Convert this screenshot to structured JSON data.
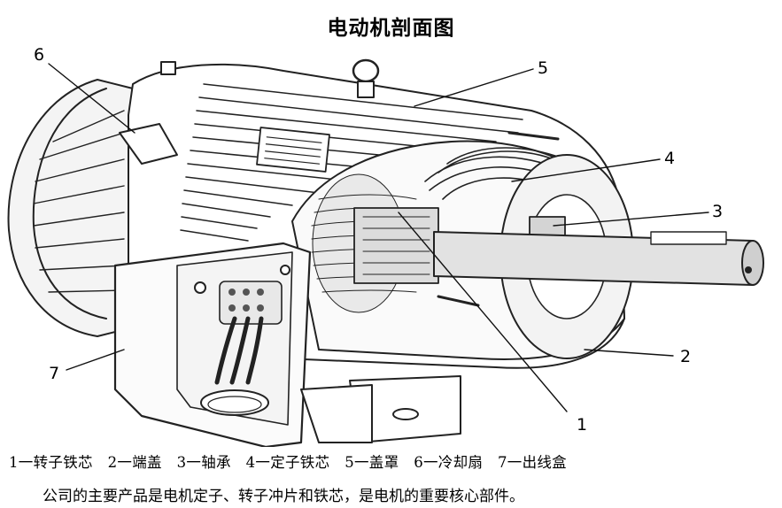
{
  "title": "电动机剖面图",
  "callouts": [
    "1",
    "2",
    "3",
    "4",
    "5",
    "6",
    "7"
  ],
  "legend": "1一转子铁芯　2一端盖　3一轴承　4一定子铁芯　5一盖罩　6一冷却扇　7一出线盒",
  "note": "公司的主要产品是电机定子、转子冲片和铁芯，是电机的重要核心部件。"
}
